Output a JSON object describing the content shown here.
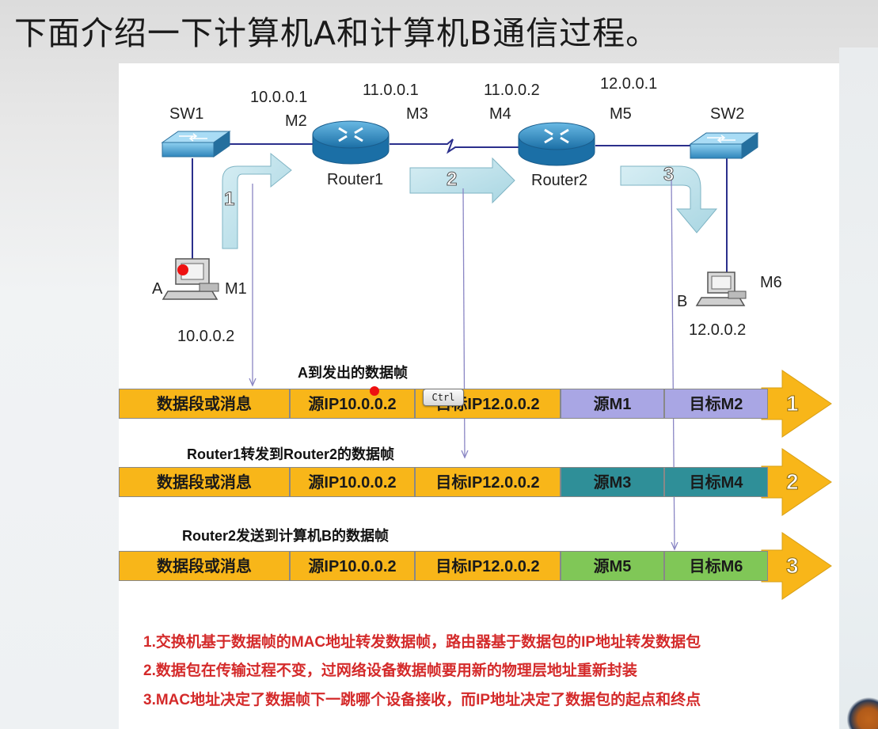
{
  "title": "下面介绍一下计算机A和计算机B通信过程。",
  "devices": {
    "sw1": "SW1",
    "sw2": "SW2",
    "router1": "Router1",
    "router2": "Router2",
    "host_a": {
      "name": "A",
      "mac": "M1",
      "ip": "10.0.0.2"
    },
    "host_b": {
      "name": "B",
      "mac": "M6",
      "ip": "12.0.0.2"
    }
  },
  "interfaces": {
    "r1_lan": {
      "ip": "10.0.0.1",
      "mac": "M2"
    },
    "r1_wan": {
      "ip": "11.0.0.1",
      "mac": "M3"
    },
    "r2_wan": {
      "ip": "11.0.0.2",
      "mac": "M4"
    },
    "r2_lan": {
      "ip": "12.0.0.1",
      "mac": "M5"
    }
  },
  "steps": [
    "1",
    "2",
    "3"
  ],
  "frames": [
    {
      "caption": "A到发出的数据帧",
      "number": "1",
      "cells": [
        "数据段或消息",
        "源IP10.0.0.2",
        "目标IP12.0.0.2",
        "源M1",
        "目标M2"
      ],
      "mac_color": "#a9a6e4"
    },
    {
      "caption": "Router1转发到Router2的数据帧",
      "number": "2",
      "cells": [
        "数据段或消息",
        "源IP10.0.0.2",
        "目标IP12.0.0.2",
        "源M3",
        "目标M4"
      ],
      "mac_color": "#2f8f98"
    },
    {
      "caption": "Router2发送到计算机B的数据帧",
      "number": "3",
      "cells": [
        "数据段或消息",
        "源IP10.0.0.2",
        "目标IP12.0.0.2",
        "源M5",
        "目标M6"
      ],
      "mac_color": "#80c757"
    }
  ],
  "notes": [
    "1.交换机基于数据帧的MAC地址转发数据帧，路由器基于数据包的IP地址转发数据包",
    "2.数据包在传输过程不变，过网络设备数据帧要用新的物理层地址重新封装",
    "3.MAC地址决定了数据帧下一跳哪个设备接收，而IP地址决定了数据包的起点和终点"
  ],
  "keyboard_hint": "Ctrl",
  "colors": {
    "field": "#f8b619",
    "arrow": "#f8b619",
    "note": "#d42a2a",
    "flow_arrow": "#b9dfe8",
    "cursor": "#ee1111"
  }
}
